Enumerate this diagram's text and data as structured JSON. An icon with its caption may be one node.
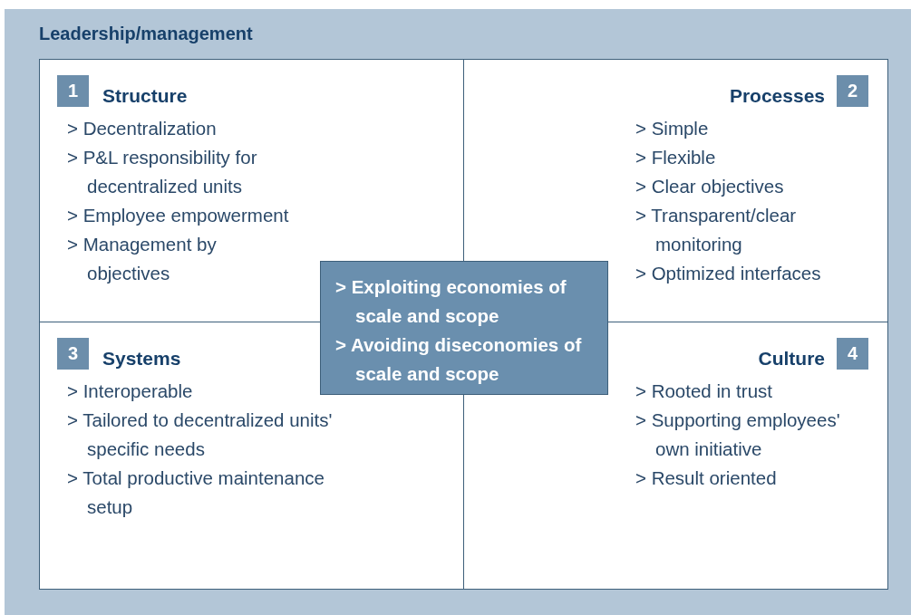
{
  "diagram": {
    "nodes": [
      {
        "text": [
          "Leadership/management"
        ]
      },
      {
        "text": [
          "1",
          "Structure",
          "> Decentralization",
          "> P&L responsibility for decentralized units",
          "> Employee empowerment",
          "> Management by objectives"
        ],
        "in": 0
      },
      {
        "text": [
          "Processes",
          "2",
          "> Simple",
          "> Flexible",
          "> Clear objectives",
          "> Transparent/clear monitoring",
          "> Optimized interfaces"
        ],
        "in": 0
      },
      {
        "text": [
          "3",
          "Systems",
          "> Interoperable",
          "> Tailored to decentralized units' specific needs",
          "> Total productive maintenance setup"
        ],
        "in": 0
      },
      {
        "text": [
          "Culture",
          "4",
          "> Rooted in trust",
          "> Supporting employees' own initiative",
          "> Result oriented"
        ],
        "in": 0
      },
      {
        "text": [
          "> Exploiting economies of scale and scope",
          "> Avoiding diseconomies of scale and scope"
        ],
        "in": 0
      }
    ]
  }
}
